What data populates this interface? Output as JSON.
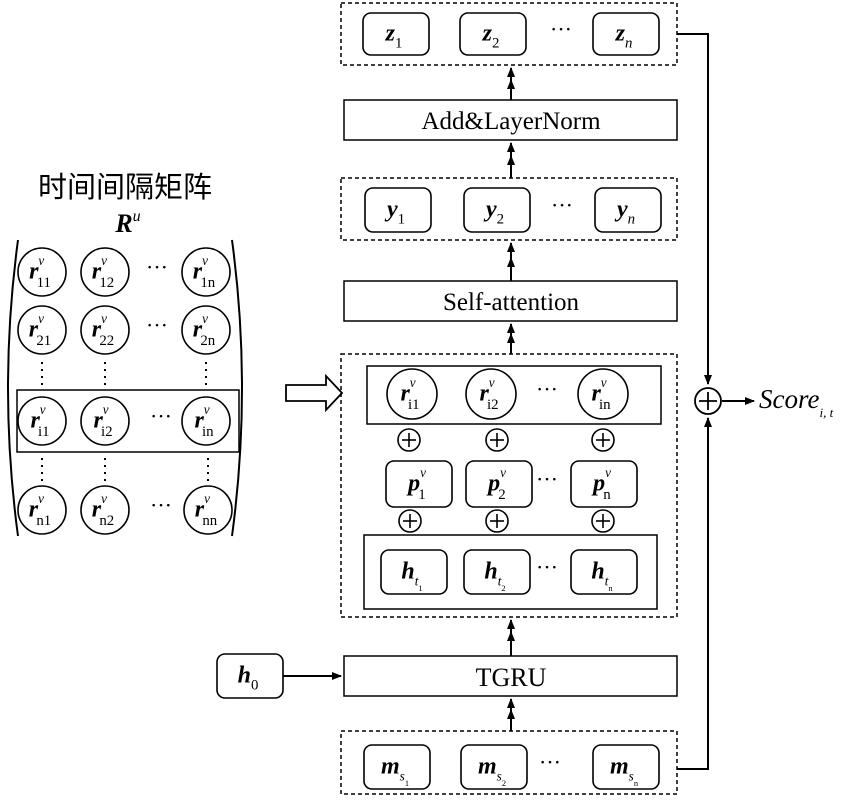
{
  "left_panel": {
    "title": "时间间隔矩阵",
    "matrix_symbol": "R",
    "matrix_superscript": "u",
    "rows": [
      [
        {
          "b": "r",
          "sub": "11",
          "sup": "v"
        },
        {
          "b": "r",
          "sub": "12",
          "sup": "v"
        },
        {
          "dots": "···"
        },
        {
          "b": "r",
          "sub": "1n",
          "sup": "v"
        }
      ],
      [
        {
          "b": "r",
          "sub": "21",
          "sup": "v"
        },
        {
          "b": "r",
          "sub": "22",
          "sup": "v"
        },
        {
          "dots": "···"
        },
        {
          "b": "r",
          "sub": "2n",
          "sup": "v"
        }
      ],
      [
        {
          "b": "r",
          "sub": "i1",
          "sup": "v"
        },
        {
          "b": "r",
          "sub": "i2",
          "sup": "v"
        },
        {
          "dots": "···"
        },
        {
          "b": "r",
          "sub": "in",
          "sup": "v"
        }
      ],
      [
        {
          "b": "r",
          "sub": "n1",
          "sup": "v"
        },
        {
          "b": "r",
          "sub": "n2",
          "sup": "v"
        },
        {
          "dots": "···"
        },
        {
          "b": "r",
          "sub": "nn",
          "sup": "v"
        }
      ]
    ]
  },
  "pipeline": {
    "z_row": [
      {
        "b": "z",
        "sub": "1"
      },
      {
        "b": "z",
        "sub": "2"
      },
      {
        "dots": "···"
      },
      {
        "b": "z",
        "sub": "n"
      }
    ],
    "add_layernorm_label": "Add&LayerNorm",
    "y_row": [
      {
        "b": "y",
        "sub": "1"
      },
      {
        "b": "y",
        "sub": "2"
      },
      {
        "dots": "···"
      },
      {
        "b": "y",
        "sub": "n"
      }
    ],
    "self_attention_label": "Self-attention",
    "r_row": [
      {
        "b": "r",
        "sub": "i1",
        "sup": "v"
      },
      {
        "b": "r",
        "sub": "i2",
        "sup": "v"
      },
      {
        "dots": "···"
      },
      {
        "b": "r",
        "sub": "in",
        "sup": "v"
      }
    ],
    "p_row": [
      {
        "b": "p",
        "sub": "1",
        "sup": "v"
      },
      {
        "b": "p",
        "sub": "2",
        "sup": "v"
      },
      {
        "dots": "···"
      },
      {
        "b": "p",
        "sub": "n",
        "sup": "v"
      }
    ],
    "h_row": [
      {
        "b": "h",
        "sub": "t",
        "subsub": "1"
      },
      {
        "b": "h",
        "sub": "t",
        "subsub": "2"
      },
      {
        "dots": "···"
      },
      {
        "b": "h",
        "sub": "t",
        "subsub": "n"
      }
    ],
    "tgru_label": "TGRU",
    "h0": {
      "b": "h",
      "sub": "0"
    },
    "m_row": [
      {
        "b": "m",
        "sub": "s",
        "subsub": "1"
      },
      {
        "b": "m",
        "sub": "s",
        "subsub": "2"
      },
      {
        "dots": "···"
      },
      {
        "b": "m",
        "sub": "s",
        "subsub": "n"
      }
    ],
    "plus_symbol": "+",
    "score_label": "Score",
    "score_sub": "i, t"
  }
}
